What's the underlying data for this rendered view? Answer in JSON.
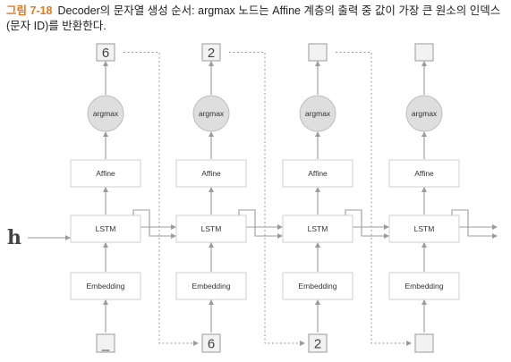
{
  "caption": {
    "number": "그림 7-18",
    "text": "Decoder의 문자열 생성 순서: argmax 노드는 Affine 계층의 출력 중 값이 가장 큰 원소의 인덱스(문자 ID)를 반환한다."
  },
  "diagram": {
    "input_label": "h",
    "steps": [
      {
        "output": "6",
        "argmax": "argmax",
        "affine": "Affine",
        "lstm": "LSTM",
        "embedding": "Embedding",
        "input": "_"
      },
      {
        "output": "2",
        "argmax": "argmax",
        "affine": "Affine",
        "lstm": "LSTM",
        "embedding": "Embedding",
        "input": "6"
      },
      {
        "output": "",
        "argmax": "argmax",
        "affine": "Affine",
        "lstm": "LSTM",
        "embedding": "Embedding",
        "input": "2"
      },
      {
        "output": "",
        "argmax": "argmax",
        "affine": "Affine",
        "lstm": "LSTM",
        "embedding": "Embedding",
        "input": ""
      }
    ],
    "colors": {
      "caption_number": "#e07a1f",
      "box_border": "#cfcfcf",
      "argmax_fill": "#dedede",
      "token_fill": "#f2f2f2",
      "arrow": "#9b9b9b"
    }
  }
}
